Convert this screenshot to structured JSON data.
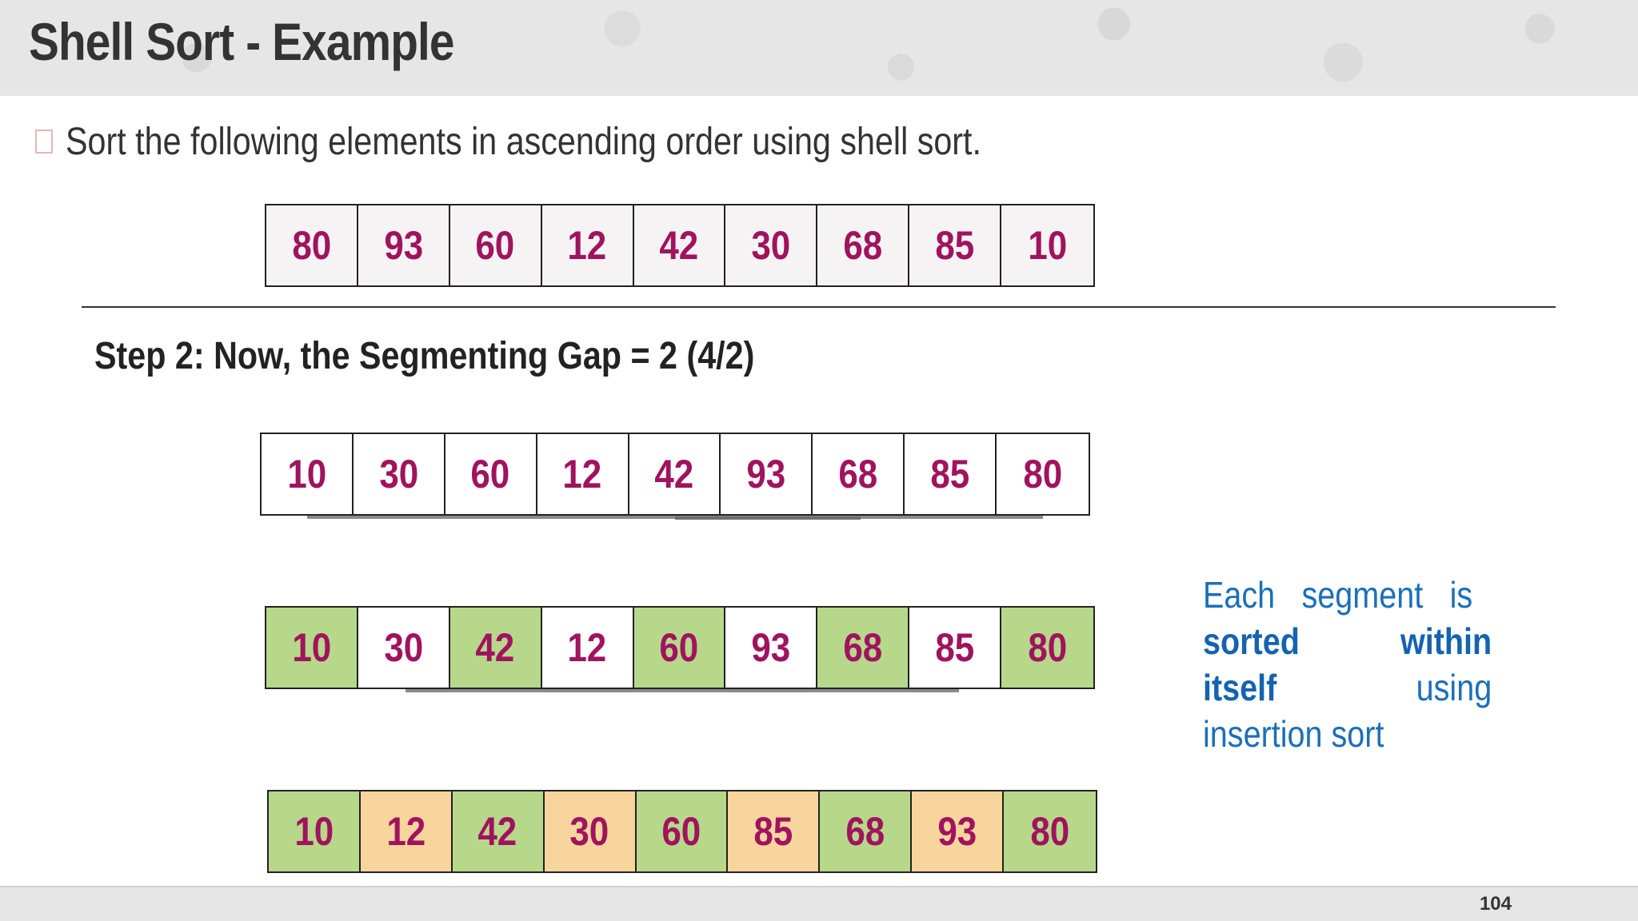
{
  "slide": {
    "title": "Shell Sort - Example",
    "intro": "Sort the following elements in ascending order using shell sort.",
    "step": "Step 2: Now, the Segmenting Gap = 2 (4/2)",
    "page_number": "104"
  },
  "arrays": {
    "original": [
      "80",
      "93",
      "60",
      "12",
      "42",
      "30",
      "68",
      "85",
      "10"
    ],
    "step_start": [
      "10",
      "30",
      "60",
      "12",
      "42",
      "93",
      "68",
      "85",
      "80"
    ],
    "segment_a_sorted": [
      "10",
      "30",
      "42",
      "12",
      "60",
      "93",
      "68",
      "85",
      "80"
    ],
    "segment_b_sorted": [
      "10",
      "12",
      "42",
      "30",
      "60",
      "85",
      "68",
      "93",
      "80"
    ]
  },
  "note": {
    "line1": "Each segment is",
    "bold1": "sorted",
    "bold2": "within",
    "bold3": "itself",
    "line3_tail": "using",
    "line4": "insertion sort"
  },
  "colors": {
    "number": "#a0135e",
    "green_cell": "#b7d88a",
    "peach_cell": "#f9d59e",
    "note_text": "#1a6fba"
  }
}
